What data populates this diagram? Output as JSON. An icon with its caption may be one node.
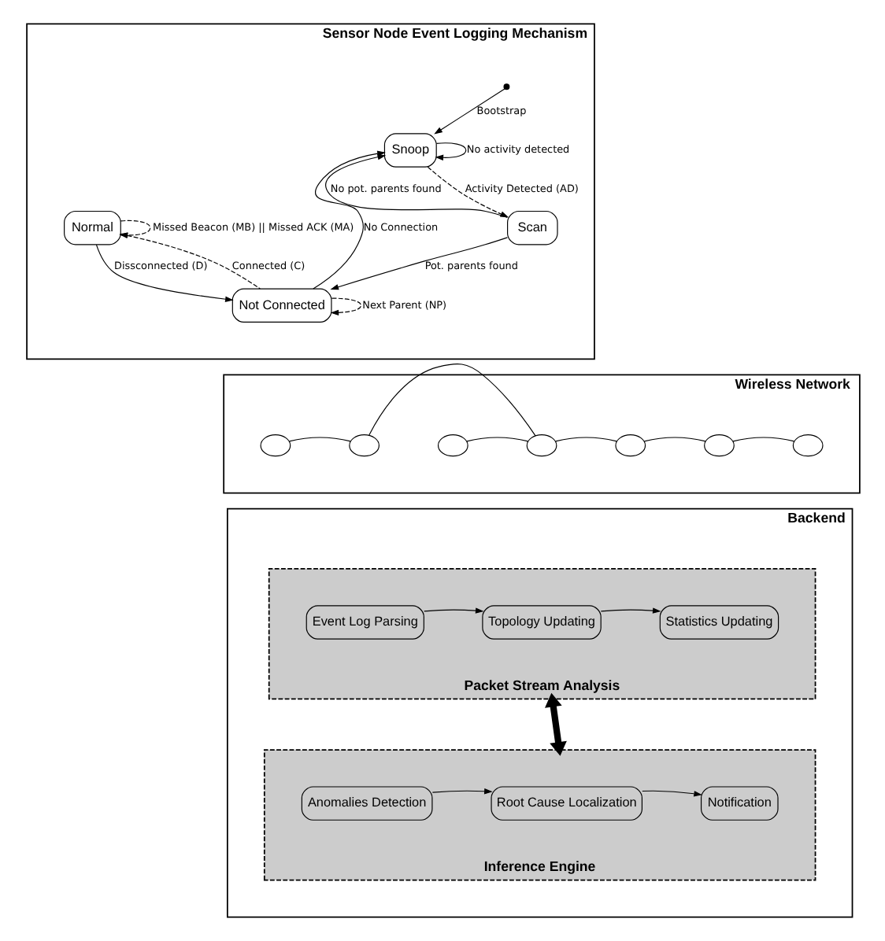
{
  "diagram": {
    "nodes": [
      {
        "text": [
          "Sensor Node Event Logging Mechanism"
        ]
      },
      {
        "text": [],
        "shape": "dot",
        "in": 0
      },
      {
        "text": [
          "Snoop"
        ],
        "in": 0
      },
      {
        "text": [
          "Scan"
        ],
        "in": 0
      },
      {
        "text": [
          "Normal"
        ],
        "in": 0
      },
      {
        "text": [
          "Not Connected"
        ],
        "in": 0
      },
      {
        "text": [
          "Wireless Network"
        ]
      },
      {
        "text": [],
        "shape": "circle",
        "in": 6
      },
      {
        "text": [],
        "shape": "circle",
        "in": 6
      },
      {
        "text": [],
        "shape": "circle",
        "in": 6
      },
      {
        "text": [],
        "shape": "circle",
        "in": 6
      },
      {
        "text": [],
        "shape": "circle",
        "in": 6
      },
      {
        "text": [],
        "shape": "circle",
        "in": 6
      },
      {
        "text": [],
        "shape": "circle",
        "in": 6
      },
      {
        "text": [
          "Backend"
        ]
      },
      {
        "text": [
          "Packet Stream Analysis"
        ],
        "in": 14
      },
      {
        "text": [
          "Event Log Parsing"
        ],
        "in": 15
      },
      {
        "text": [
          "Topology Updating"
        ],
        "in": 15
      },
      {
        "text": [
          "Statistics Updating"
        ],
        "in": 15
      },
      {
        "text": [
          "Inference Engine"
        ],
        "in": 14
      },
      {
        "text": [
          "Anomalies Detection"
        ],
        "in": 19
      },
      {
        "text": [
          "Root Cause Localization"
        ],
        "in": 19
      },
      {
        "text": [
          "Notification"
        ],
        "in": 19
      }
    ],
    "edges": [
      {
        "from": 1,
        "to": 2,
        "arrow": "to",
        "label": "Bootstrap"
      },
      {
        "from": 2,
        "to": 2,
        "arrow": "to",
        "label": "No activity detected"
      },
      {
        "from": 2,
        "to": 3,
        "arrow": "to",
        "label": "Activity Detected (AD)",
        "style": "dashed"
      },
      {
        "from": 3,
        "to": 2,
        "arrow": "to",
        "label": "No pot. parents found"
      },
      {
        "from": 5,
        "to": 2,
        "arrow": "to",
        "label": "No Connection"
      },
      {
        "from": 3,
        "to": 5,
        "arrow": "to",
        "label": "Pot. parents found"
      },
      {
        "from": 5,
        "to": 5,
        "arrow": "to",
        "label": "Next Parent (NP)",
        "style": "dashed"
      },
      {
        "from": 4,
        "to": 5,
        "arrow": "to",
        "label": "Dissconnected (D)"
      },
      {
        "from": 5,
        "to": 4,
        "arrow": "to",
        "label": "Connected (C)",
        "style": "dashed"
      },
      {
        "from": 4,
        "to": 4,
        "arrow": "to",
        "label": "Missed Beacon (MB) || Missed ACK (MA)",
        "style": "dashed"
      },
      {
        "from": 7,
        "to": 8,
        "arrow": "none"
      },
      {
        "from": 8,
        "to": 10,
        "arrow": "none"
      },
      {
        "from": 9,
        "to": 10,
        "arrow": "none"
      },
      {
        "from": 10,
        "to": 11,
        "arrow": "none"
      },
      {
        "from": 11,
        "to": 12,
        "arrow": "none"
      },
      {
        "from": 12,
        "to": 13,
        "arrow": "none"
      },
      {
        "from": 16,
        "to": 17,
        "arrow": "to"
      },
      {
        "from": 17,
        "to": 18,
        "arrow": "to"
      },
      {
        "from": 15,
        "to": 19,
        "arrow": "both",
        "style": "thick"
      },
      {
        "from": 20,
        "to": 21,
        "arrow": "to"
      },
      {
        "from": 21,
        "to": 22,
        "arrow": "to"
      }
    ]
  }
}
